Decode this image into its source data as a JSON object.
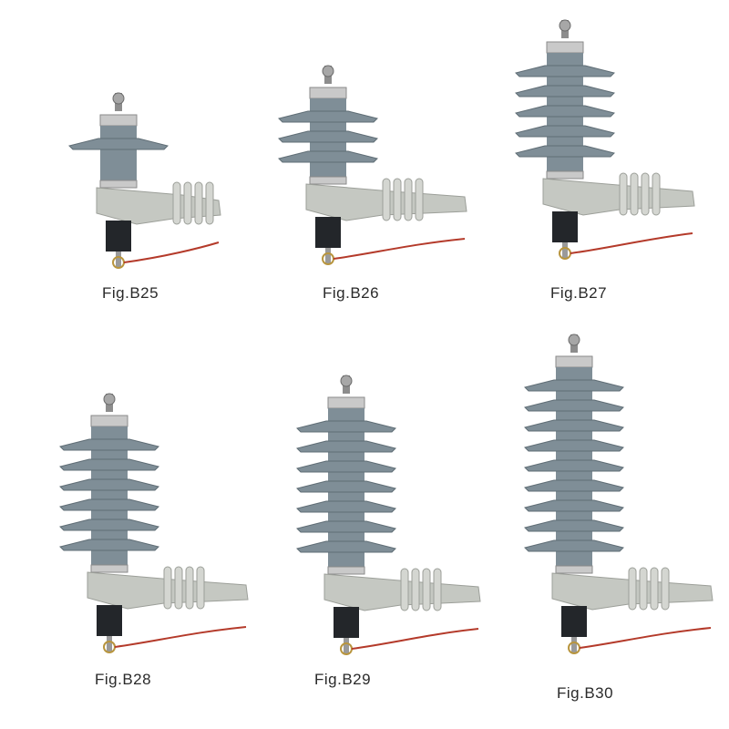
{
  "figures": [
    {
      "label": "Fig.B25",
      "sheds": 1
    },
    {
      "label": "Fig.B26",
      "sheds": 3
    },
    {
      "label": "Fig.B27",
      "sheds": 5
    },
    {
      "label": "Fig.B28",
      "sheds": 6
    },
    {
      "label": "Fig.B29",
      "sheds": 7
    },
    {
      "label": "Fig.B30",
      "sheds": 9
    }
  ],
  "colors": {
    "insulator": "#7f8e97",
    "insulator_dark": "#5f6d75",
    "metal": "#c9c9c9",
    "bracket": "#c5c8c2",
    "base": "#23262a",
    "wire_red": "#b43a2a",
    "wire_gold": "#b8953e"
  }
}
